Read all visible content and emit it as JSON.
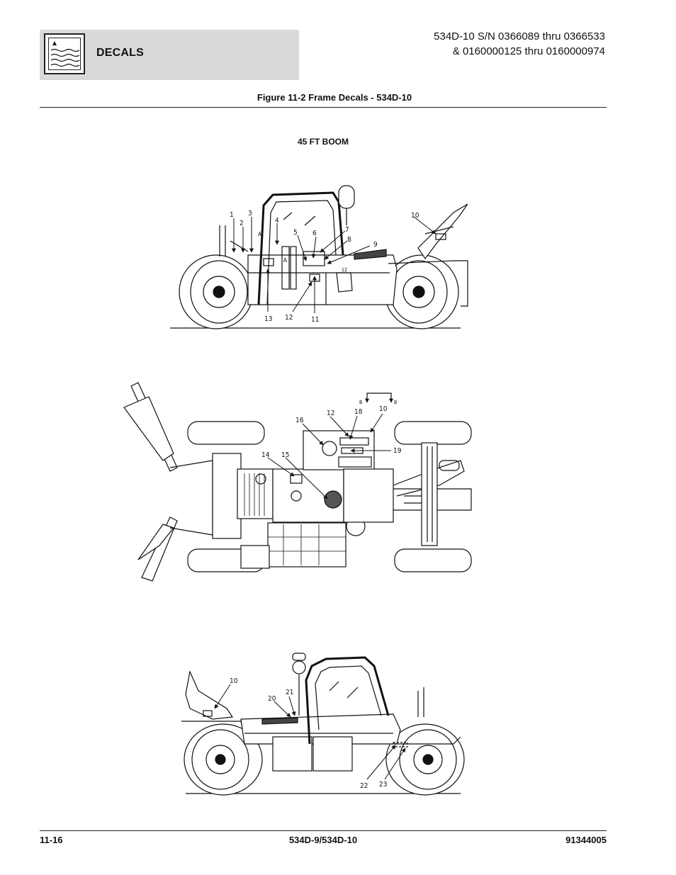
{
  "header": {
    "section_title": "DECALS",
    "model_line1": "534D-10 S/N 0366089 thru 0366533",
    "model_line2": "& 0160000125 thru 0160000974",
    "logo_icon": "manual-book-icon"
  },
  "figure": {
    "title": "Figure 11-2 Frame Decals - 534D-10",
    "boom_label": "45 FT BOOM",
    "view_labels": {
      "a1": "A",
      "a2": "A",
      "b1": "B",
      "b2": "B"
    },
    "side_view_callouts": [
      "1",
      "2",
      "3",
      "4",
      "5",
      "6",
      "7",
      "8",
      "9",
      "10",
      "11",
      "12",
      "13",
      "12"
    ],
    "top_view_callouts": [
      "16",
      "12",
      "18",
      "10",
      "19",
      "14",
      "15"
    ],
    "rear_view_callouts": [
      "10",
      "21",
      "20",
      "22",
      "23"
    ]
  },
  "footer": {
    "page_number": "11-16",
    "manual": "534D-9/534D-10",
    "part_number": "91344005"
  }
}
